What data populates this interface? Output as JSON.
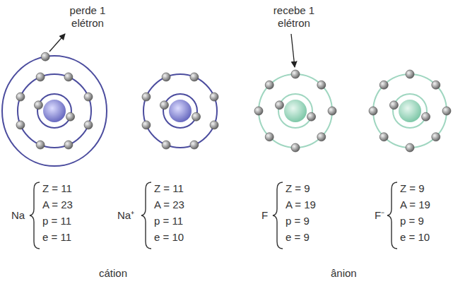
{
  "diagram": {
    "labels": [
      "perde 1 elétron",
      "recebe 1 elétron",
      "Na",
      "Z = 11",
      "A = 23",
      "p = 11",
      "e = 11",
      "Na⁺",
      "Z = 11",
      "A = 23",
      "p = 11",
      "e = 10",
      "F",
      "Z = 9",
      "A = 19",
      "p = 9",
      "e = 9",
      "F⁻",
      "Z = 9",
      "A = 19",
      "p = 9",
      "e = 10",
      "cátion",
      "ânion"
    ]
  }
}
